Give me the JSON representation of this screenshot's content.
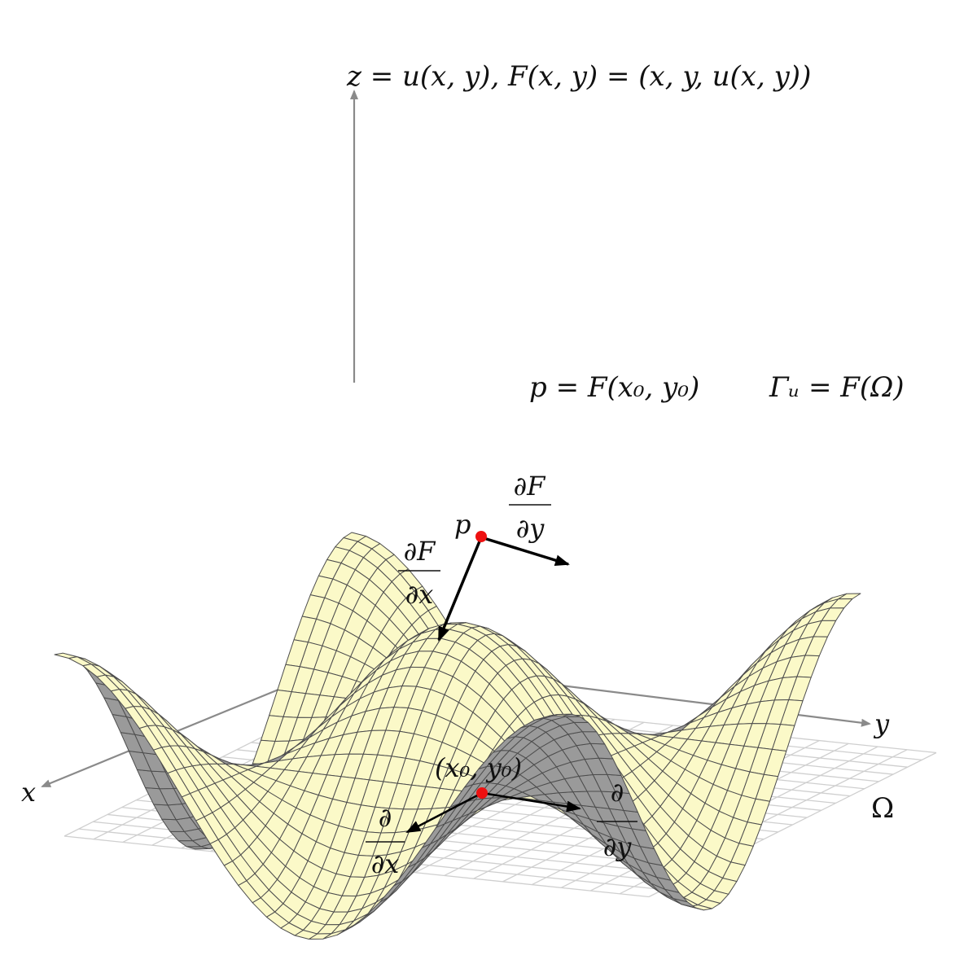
{
  "labels": {
    "graph_title": "z = u(x, y), F(x, y) = (x, y, u(x, y))",
    "point_def": "p = F(x₀, y₀)",
    "surface_def": "Γᵤ = F(Ω)",
    "point_p": "p",
    "dFdy_num": "∂F",
    "dFdy_den": "∂y",
    "dFdx_num": "∂F",
    "dFdx_den": "∂x",
    "axis_x": "x",
    "axis_y": "y",
    "domain_point": "(x₀, y₀)",
    "d_dx_num": "∂",
    "d_dx_den": "∂x",
    "d_dy_num": "∂",
    "d_dy_den": "∂y",
    "domain": "Ω"
  },
  "colors": {
    "surface_top": "#fbf9c8",
    "surface_bottom": "#9a9a9a",
    "mesh": "#4d4d4d",
    "grid": "#cfcfcf",
    "axis": "#8a8a8a",
    "point": "#ee1111",
    "vector": "#000000"
  }
}
